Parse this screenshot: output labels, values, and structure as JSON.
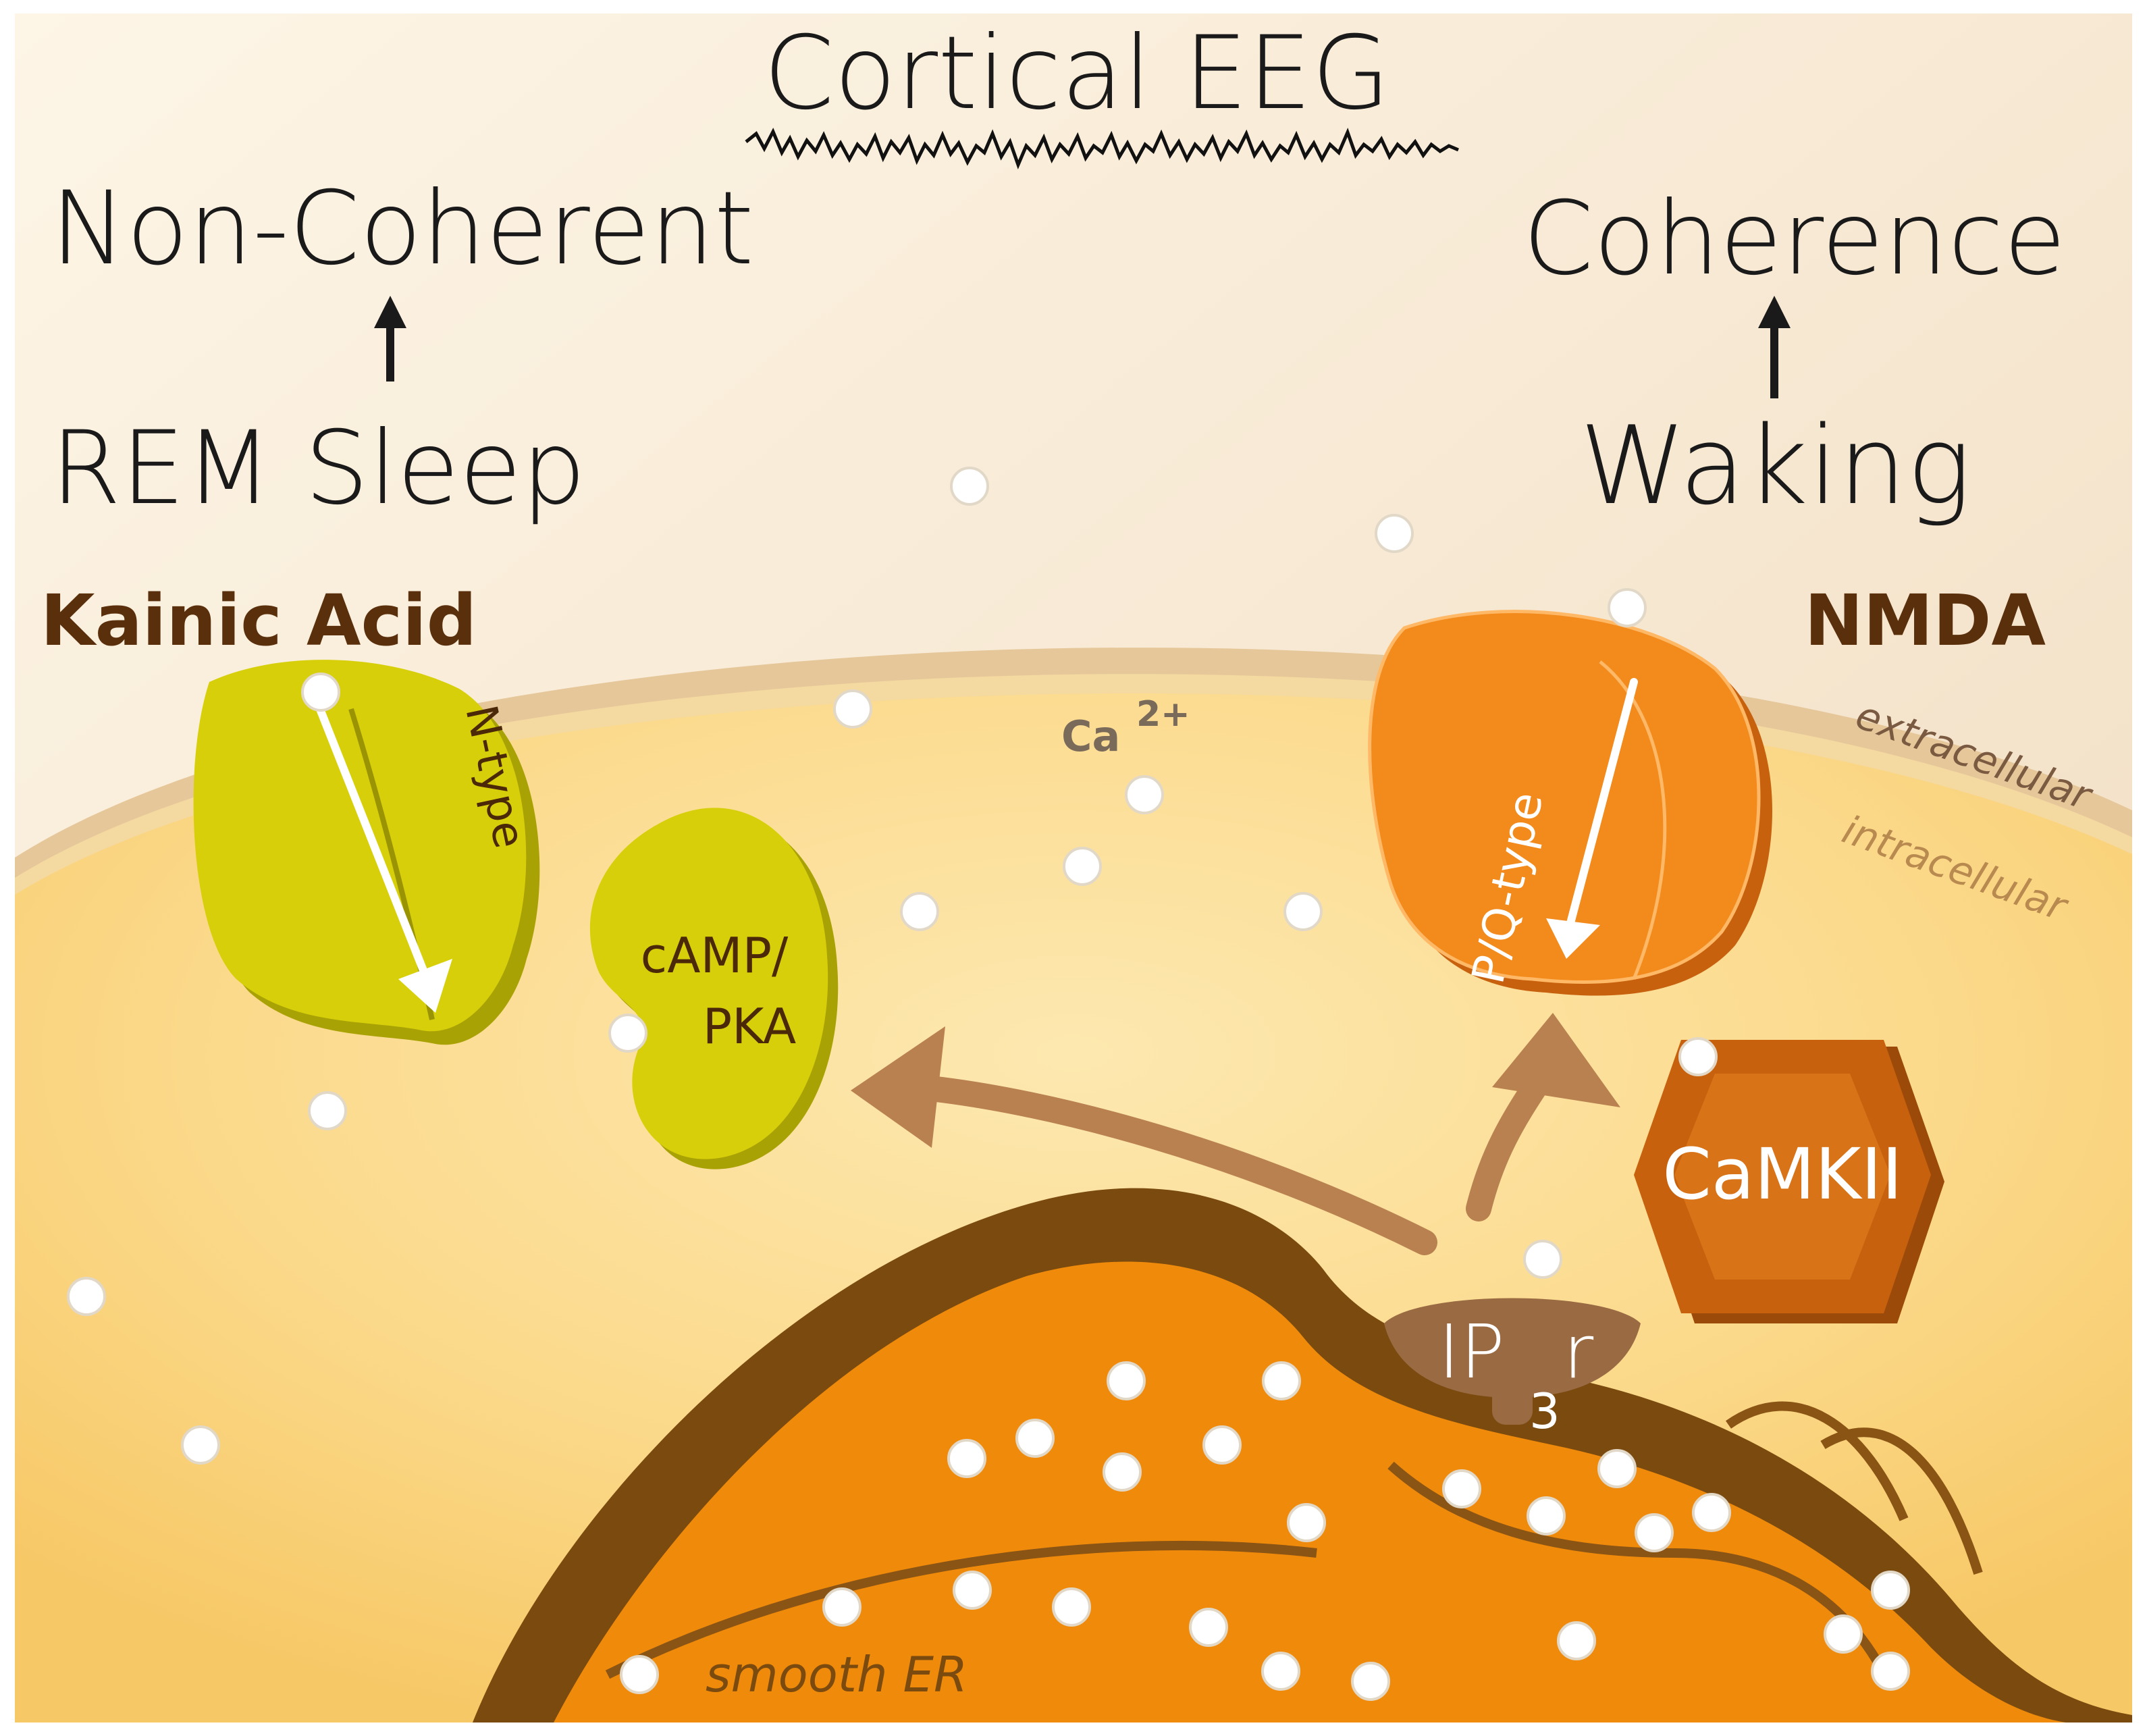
{
  "eeg": {
    "title": "Cortical EEG"
  },
  "left": {
    "state": "Non-Coherent",
    "condition": "REM Sleep",
    "agonist": "Kainic Acid"
  },
  "right": {
    "state": "Coherence",
    "condition": "Waking",
    "agonist": "NMDA"
  },
  "membrane": {
    "outside": "extracellular",
    "inside": "intracellular"
  },
  "ion": {
    "symbol": "Ca",
    "charge": "2+"
  },
  "channels": {
    "n_type": "N-type",
    "pq_type": "P/Q-type"
  },
  "enzymes": {
    "camp_line1": "cAMP/",
    "camp_line2": "PKA",
    "camkii": "CaMKII"
  },
  "receptor": {
    "prefix": "IP",
    "subscript": "3",
    "suffix": "r"
  },
  "organelle": {
    "label": "smooth ER"
  },
  "colors": {
    "background": "#f6e9d0",
    "cytoplasm": "#fbd98a",
    "n_type_channel": "#d6cf0a",
    "pq_type_channel": "#f28a1c",
    "camkii": "#c8610e",
    "smooth_er": "#f08a0a",
    "er_outline": "#7a4a0f",
    "arrow": "#b98050",
    "ink": "#1a1a1a",
    "agonist_text": "#5a2f0c"
  }
}
